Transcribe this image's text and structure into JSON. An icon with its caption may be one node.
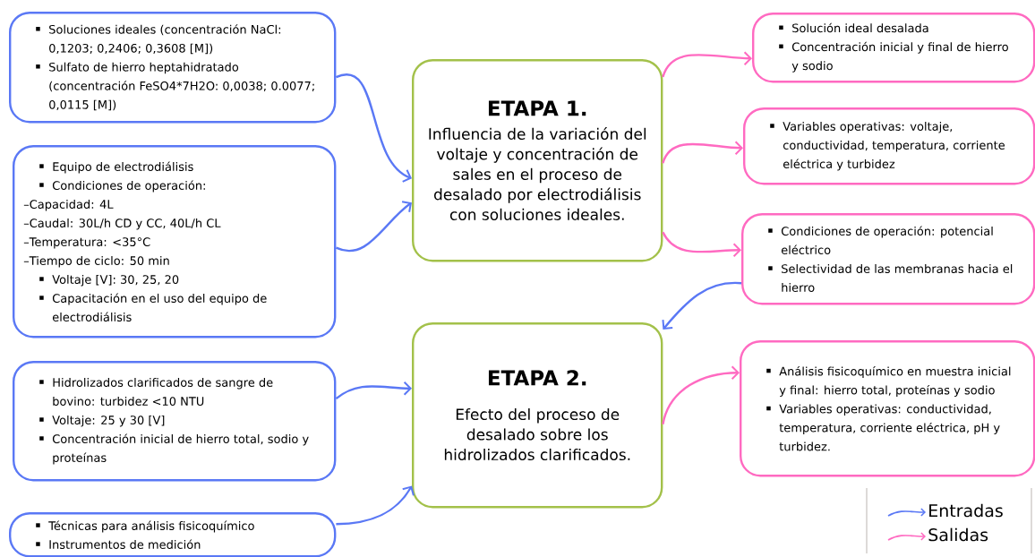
{
  "diagram": {
    "nodes": [
      {
        "text": [
          "Soluciones ideales (concentración NaCl: 0,1203; 0,2406; 0,3608 [M])",
          "Sulfato de hierro heptahidratado (concentración FeSO4*7H2O: 0,0038; 0.0077; 0,0115  [M])"
        ]
      },
      {
        "text": [
          "Equipo de electrodiálisis",
          "Condiciones de operación:",
          "–Capacidad: 4L",
          "–Caudal: 30L/h CD y CC, 40L/h CL",
          "–Temperatura: <35°C",
          "–Tiempo de ciclo: 50 min",
          "Voltaje [V]: 30, 25, 20",
          "Capacitación en el uso del equipo de electrodiálisis"
        ]
      },
      {
        "text": [
          "ETAPA 1.",
          "Influencia de la variación del voltaje y concentración de sales en el proceso de desalado por electrodiálisis con soluciones ideales."
        ]
      },
      {
        "text": [
          "Solución ideal desalada",
          "Concentración inicial y final de hierro y sodio"
        ]
      },
      {
        "text": [
          "Variables operativas: voltaje, conductividad, temperatura, corriente eléctrica y turbidez"
        ]
      },
      {
        "text": [
          "Condiciones de operación: potencial eléctrico",
          "Selectividad de las membranas hacia el hierro"
        ]
      },
      {
        "text": [
          "Hidrolizados clarificados de sangre de bovino: turbidez <10 NTU",
          "Voltaje: 25 y 30 [V]",
          "Concentración inicial de hierro total, sodio y proteínas"
        ]
      },
      {
        "text": [
          "ETAPA 2.",
          "Efecto del proceso de desalado sobre los hidrolizados clarificados."
        ]
      },
      {
        "text": [
          "Análisis fisicoquímico en muestra inicial y final: hierro total, proteínas y sodio",
          "Variables operativas: conductividad, temperatura, corriente eléctrica, pH y turbidez."
        ]
      },
      {
        "text": [
          "Técnicas para análisis fisicoquímico",
          "Instrumentos de medición"
        ]
      }
    ],
    "edges": [
      {
        "from": 0,
        "to": 2,
        "arrow": "to",
        "color": "#5a78f5"
      },
      {
        "from": 1,
        "to": 2,
        "arrow": "to",
        "color": "#5a78f5"
      },
      {
        "from": 2,
        "to": 3,
        "arrow": "to",
        "color": "#ff6ac1"
      },
      {
        "from": 2,
        "to": 4,
        "arrow": "to",
        "color": "#ff6ac1"
      },
      {
        "from": 2,
        "to": 5,
        "arrow": "to",
        "color": "#ff6ac1"
      },
      {
        "from": 5,
        "to": 7,
        "arrow": "to",
        "color": "#5a78f5"
      },
      {
        "from": 6,
        "to": 7,
        "arrow": "to",
        "color": "#5a78f5"
      },
      {
        "from": 9,
        "to": 7,
        "arrow": "to",
        "color": "#5a78f5"
      },
      {
        "from": 7,
        "to": 8,
        "arrow": "to",
        "color": "#ff6ac1"
      }
    ],
    "legend": [
      {
        "text": "Entradas"
      },
      {
        "text": "Salidas"
      }
    ]
  }
}
